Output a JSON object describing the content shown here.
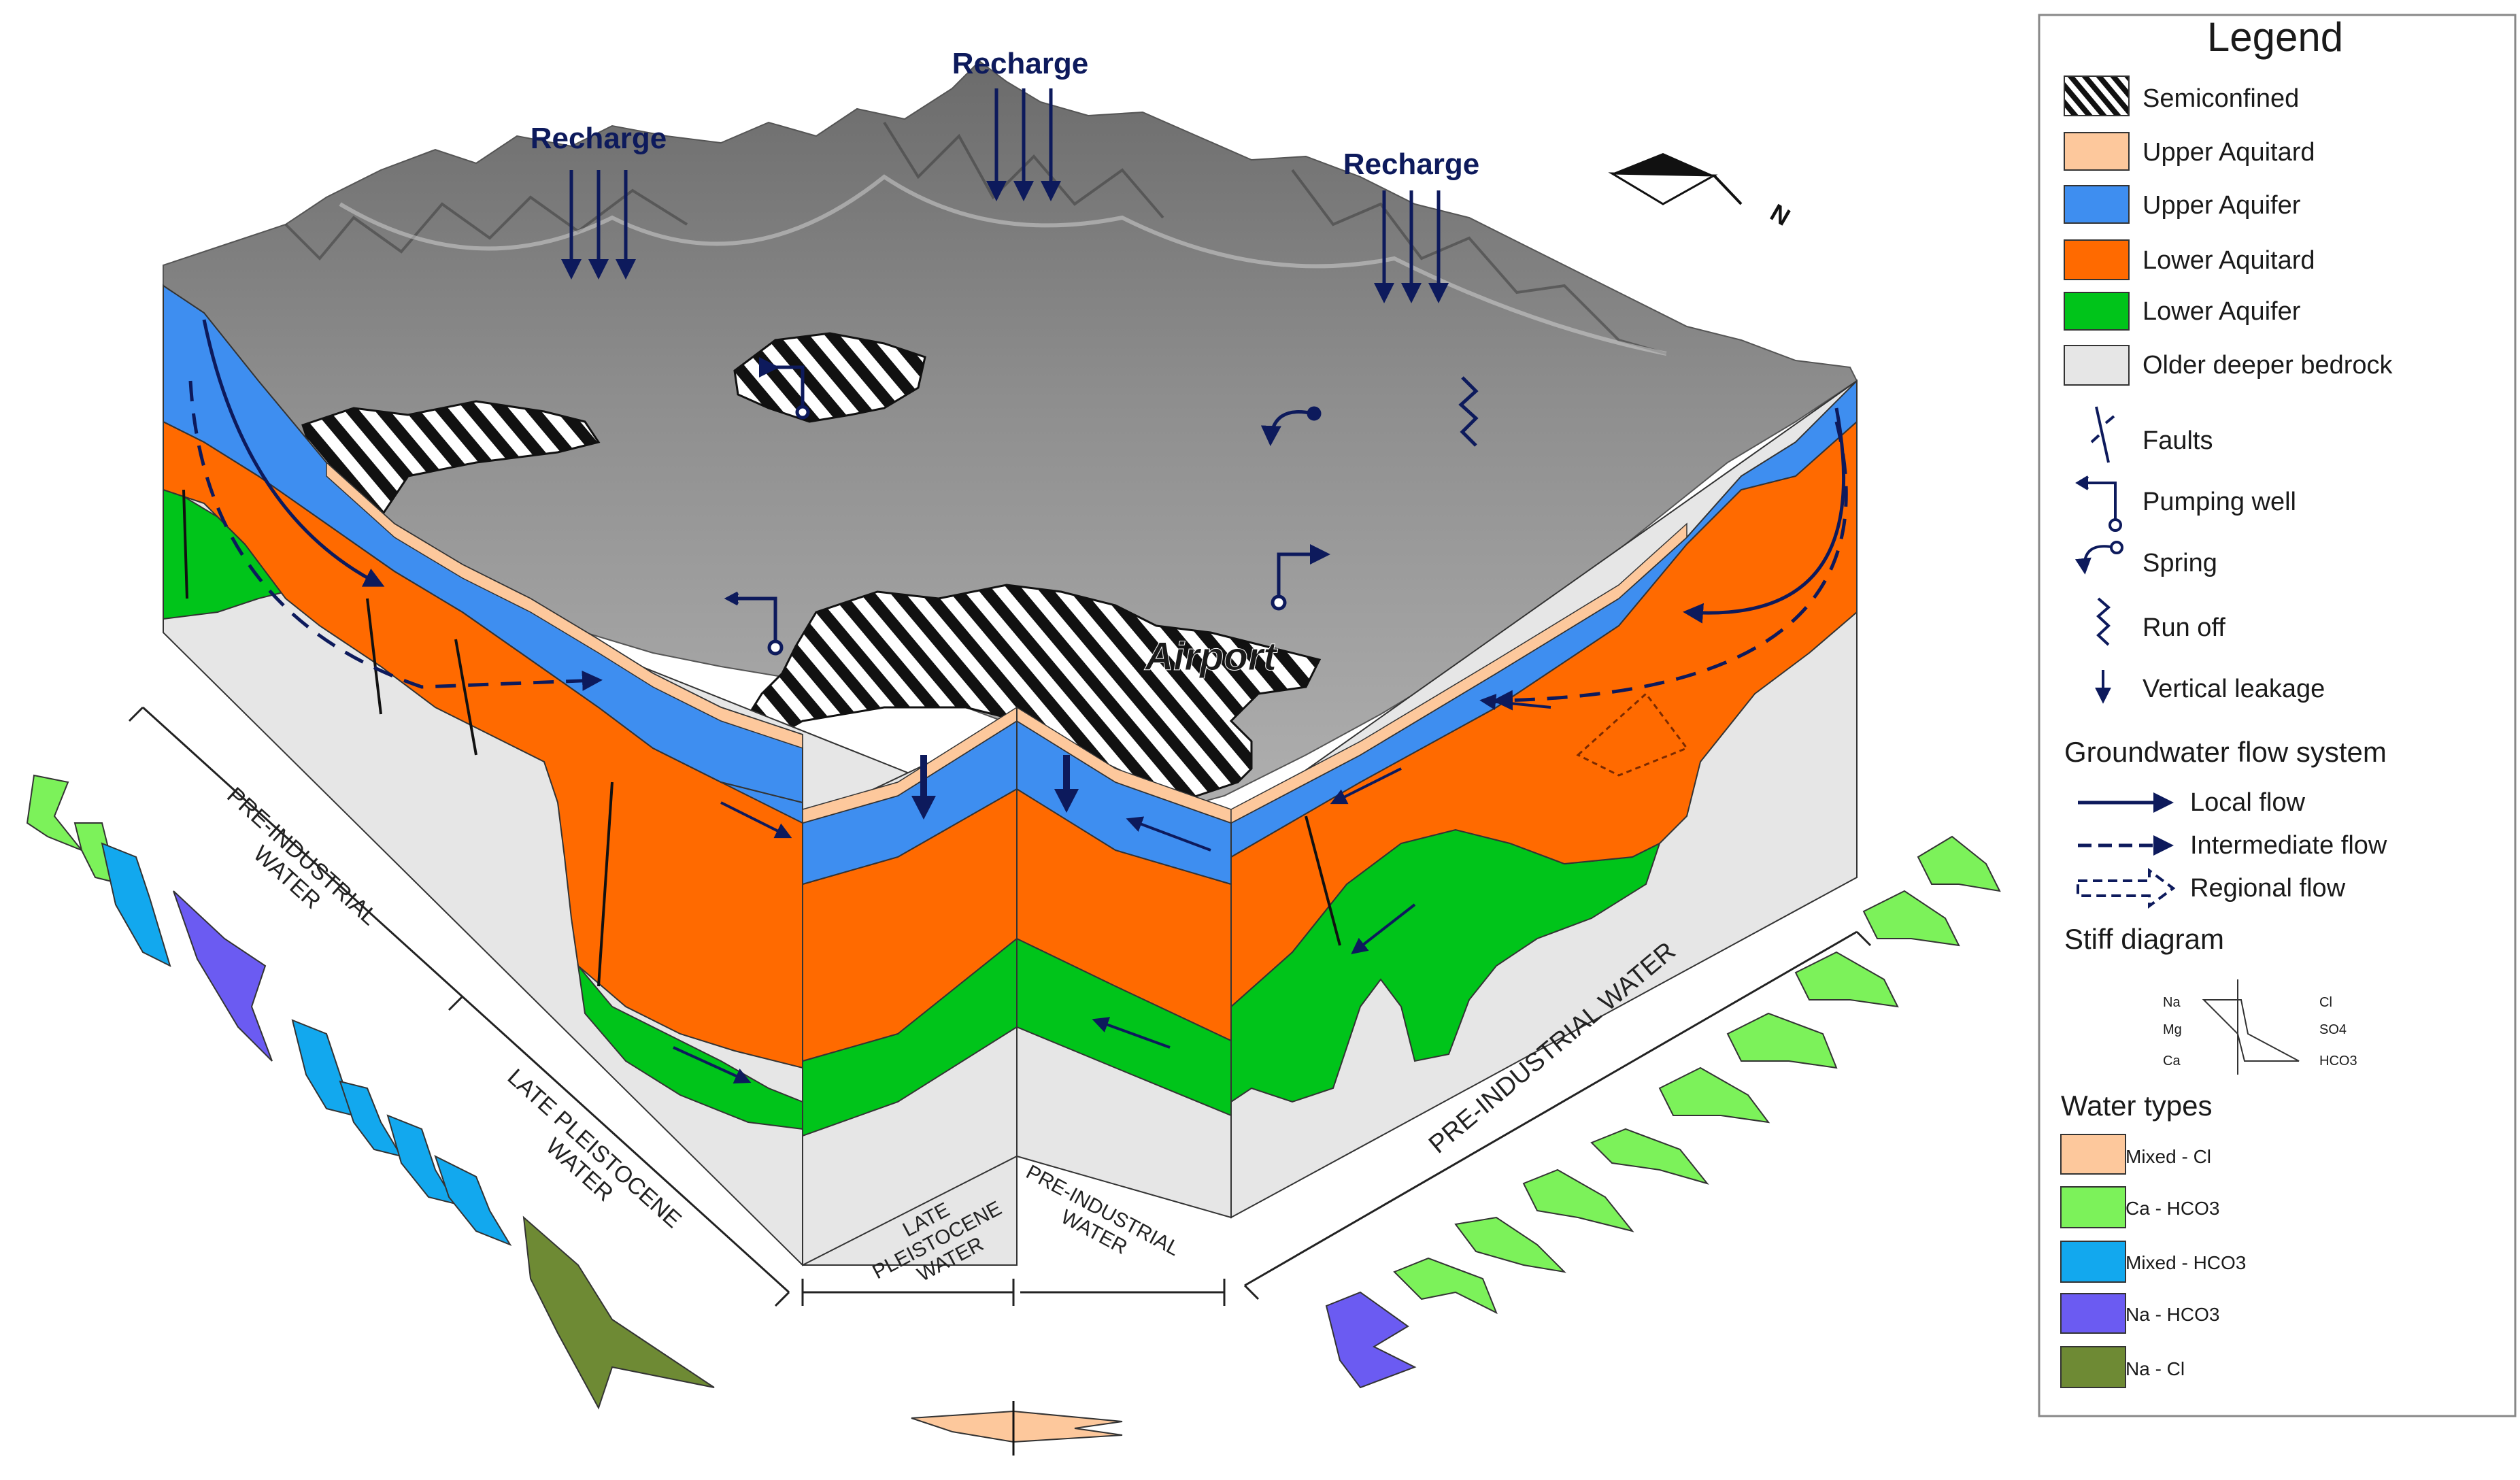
{
  "recharge_labels": [
    "Recharge",
    "Recharge",
    "Recharge"
  ],
  "airport_label": "Airport",
  "north_label": "N",
  "water_labels": {
    "left_upper": [
      "PRE-INDUSTRIAL",
      "WATER"
    ],
    "left_lower": [
      "LATE PLEISTOCENE",
      "WATER"
    ],
    "bottom_left": [
      "LATE",
      "PLEISTOCENE",
      "WATER"
    ],
    "bottom_right": [
      "PRE-INDUSTRIAL",
      "WATER"
    ],
    "right": [
      "PRE-INDUSTRIAL WATER"
    ]
  },
  "legend": {
    "title": "Legend",
    "units": [
      {
        "label": "Semiconfined",
        "swatch": "hatch"
      },
      {
        "label": "Upper Aquitard",
        "color": "#FDC89C"
      },
      {
        "label": "Upper Aquifer",
        "color": "#3E8EF0"
      },
      {
        "label": "Lower Aquitard",
        "color": "#FF6A00"
      },
      {
        "label": "Lower Aquifer",
        "color": "#00C41A"
      },
      {
        "label": "Older deeper bedrock",
        "color": "#E6E6E6"
      }
    ],
    "symbols": [
      {
        "label": "Faults",
        "icon": "fault-icon"
      },
      {
        "label": "Pumping well",
        "icon": "pumping-well-icon"
      },
      {
        "label": "Spring",
        "icon": "spring-icon"
      },
      {
        "label": "Run off",
        "icon": "runoff-icon"
      },
      {
        "label": "Vertical leakage",
        "icon": "vertical-leakage-icon"
      }
    ],
    "flow_title": "Groundwater flow system",
    "flows": [
      {
        "label": "Local flow",
        "icon": "local-flow-icon"
      },
      {
        "label": "Intermediate flow",
        "icon": "intermediate-flow-icon"
      },
      {
        "label": "Regional flow",
        "icon": "regional-flow-icon"
      }
    ],
    "stiff_title": "Stiff diagram",
    "stiff_ions": {
      "left": [
        "Na",
        "Mg",
        "Ca"
      ],
      "right": [
        "Cl",
        "SO4",
        "HCO3"
      ]
    },
    "water_types_title": "Water types",
    "water_types": [
      {
        "label": "Mixed - Cl",
        "color": "#FDC89C"
      },
      {
        "label": "Ca - HCO3",
        "color": "#7CF25A"
      },
      {
        "label": "Mixed - HCO3",
        "color": "#12A8EE"
      },
      {
        "label": "Na - HCO3",
        "color": "#6B5BF2"
      },
      {
        "label": "Na - Cl",
        "color": "#6E8A34"
      }
    ]
  },
  "colors": {
    "arrow": "#0D1A5C",
    "terrain_dark": "#5A5A5A",
    "terrain_light": "#A8A8A8",
    "hatch": "#111111"
  }
}
